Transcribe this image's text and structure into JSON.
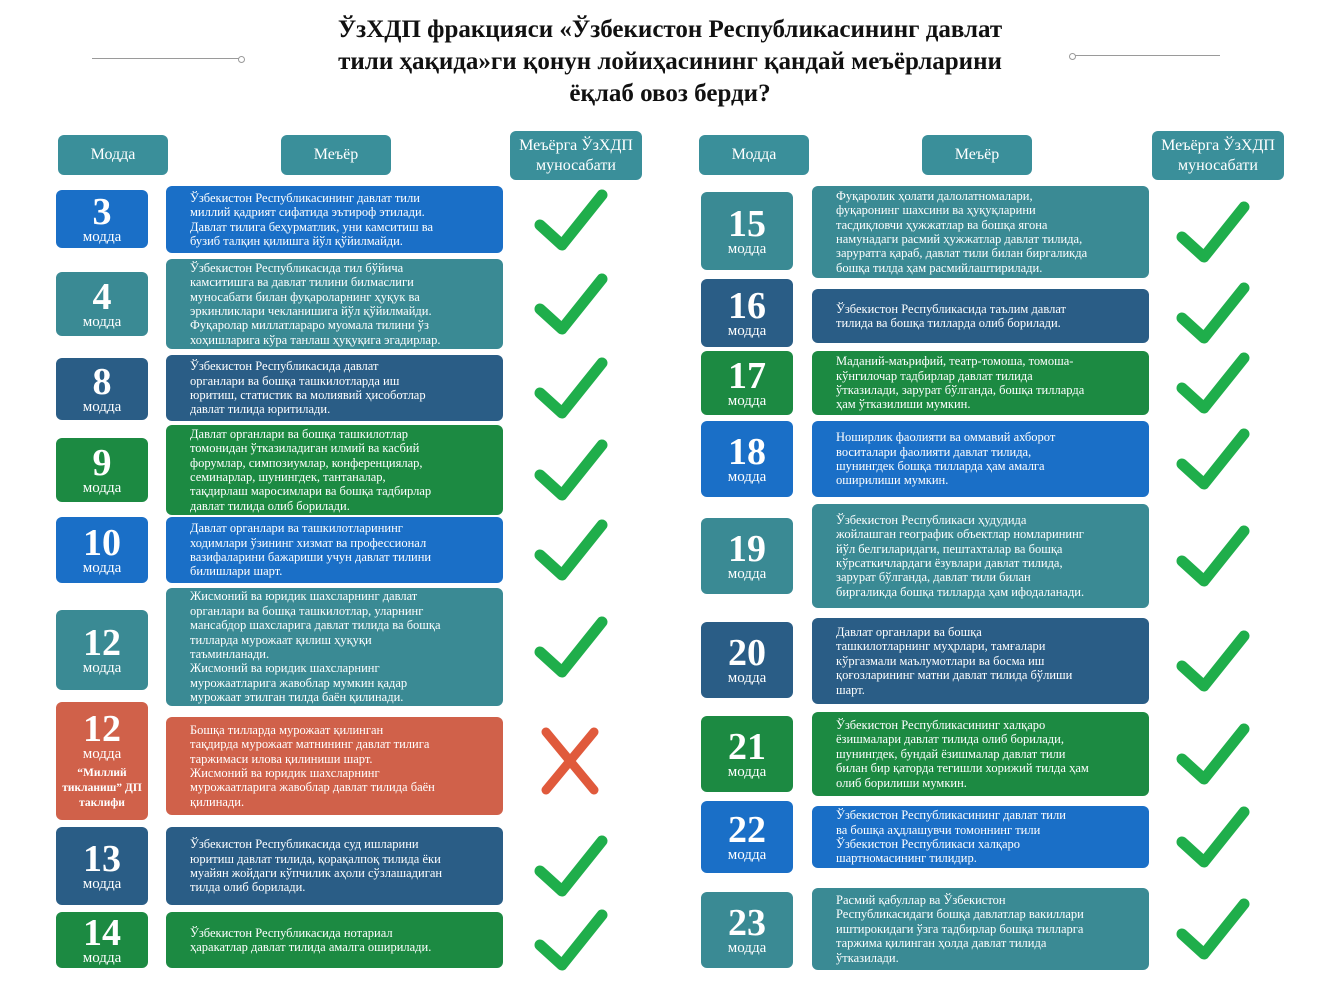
{
  "title": "ЎзХДП фракцияси «Ўзбекистон Республикасининг давлат\nтили ҳақида»ги қонун лойиҳасининг қандай меъёрларини\nёқлаб овоз берди?",
  "headers": {
    "article": "Модда",
    "norm": "Меъёр",
    "attitude": "Меъёрга ЎзХДП\nмуносабати"
  },
  "article_word": "модда",
  "colors": {
    "blue": "#1a6fc7",
    "teal": "#3a8a94",
    "navy": "#2a5d86",
    "green": "#1c8a42",
    "red": "#d0614a",
    "check": "#1fae4b",
    "cross": "#e05a3c"
  },
  "left": [
    {
      "num": "3",
      "color": "blue",
      "mark": "check-icon",
      "text": "Ўзбекистон Республикасининг давлат тили\nмиллий қадрият сифатида эътироф этилади.\nДавлат тилига беҳурматлик, уни камситиш ва\nбузиб талқин қилишга йўл қўйилмайди."
    },
    {
      "num": "4",
      "color": "teal",
      "mark": "check-icon",
      "text": "Ўзбекистон Республикасида тил бўйича\nкамситишга ва давлат тилини билмаслиги\nмуносабати билан фуқароларнинг ҳуқук ва\nэркинликлари чекланишига йўл қўйилмайди.\nФуқаролар миллатлараро муомала тилини ўз\nхоҳишларига кўра танлаш ҳуқуқига эгадирлар."
    },
    {
      "num": "8",
      "color": "navy",
      "mark": "check-icon",
      "text": "Ўзбекистон Республикасида давлат\nорганлари ва бошқа ташкилотларда иш\nюритиш, статистик ва молиявий ҳисоботлар\nдавлат тилида юритилади."
    },
    {
      "num": "9",
      "color": "green",
      "mark": "check-icon",
      "text": "Давлат органлари ва бошқа ташкилотлар\nтомонидан ўтказиладиган илмий ва касбий\nфорумлар, симпозиумлар, конференциялар,\nсеминарлар, шунингдек, тантаналар,\nтақдирлаш маросимлари ва бошқа тадбирлар\nдавлат тилида олиб борилади."
    },
    {
      "num": "10",
      "color": "blue",
      "mark": "check-icon",
      "text": "Давлат органлари ва ташкилотларининг\nходимлари ўзининг хизмат ва профессионал\nвазифаларини бажариши учун давлат тилини\nбилишлари шарт."
    },
    {
      "num": "12",
      "color": "teal",
      "mark": "check-icon",
      "text": "Жисмоний ва юридик шахсларнинг давлат\nорганлари ва бошқа ташкилотлар, уларнинг\nмансабдор шахсларига давлат тилида ва бошқа\nтилларда мурожаат қилиш ҳуқуқи\nтаъминланади.\nЖисмоний ва юридик шахсларнинг\nмурожаатларига жавоблар мумкин қадар\nмурожаат этилган тилда баён қилинади."
    },
    {
      "num": "12",
      "color": "red",
      "mark": "cross-icon",
      "note": "“Миллий\nтикланиш” ДП\nтаклифи",
      "text": "Бошқа тилларда мурожаат қилинган\nтақдирда мурожаат матнининг давлат тилига\nтаржимаси илова қилиниши шарт.\nЖисмоний ва юридик шахсларнинг\nмурожаатларига жавоблар давлат тилида баён\nқилинади."
    },
    {
      "num": "13",
      "color": "navy",
      "mark": "check-icon",
      "text": "Ўзбекистон Республикасида суд ишларини\nюритиш давлат тилида, қорақалпоқ тилида ёки\nмуайян жойдаги кўпчилик аҳоли сўзлашадиган\nтилда олиб борилади."
    },
    {
      "num": "14",
      "color": "green",
      "mark": "check-icon",
      "text": "Ўзбекистон Республикасида нотариал\nҳаракатлар давлат тилида амалга оширилади."
    }
  ],
  "right": [
    {
      "num": "15",
      "color": "teal",
      "mark": "check-icon",
      "text": "Фуқаролик ҳолати далолатномалари,\nфуқаронинг шахсини ва ҳуқуқларини\nтасдиқловчи ҳужжатлар ва бошқа ягона\nнамунадаги расмий ҳужжатлар давлат тилида,\nзаруратга қараб, давлат тили билан биргаликда\nбошқа тилда ҳам расмийлаштирилади."
    },
    {
      "num": "16",
      "color": "navy",
      "mark": "check-icon",
      "text": "Ўзбекистон Республикасида таълим давлат\nтилида ва бошқа тилларда олиб борилади."
    },
    {
      "num": "17",
      "color": "green",
      "mark": "check-icon",
      "text": "Маданий-маърифий, театр-томоша, томоша-\nкўнгилочар тадбирлар давлат тилида\nўтказилади, зарурат бўлганда, бошқа тилларда\nҳам ўтказилиши мумкин."
    },
    {
      "num": "18",
      "color": "blue",
      "mark": "check-icon",
      "text": "Ноширлик фаолияти ва оммавий ахборот\nвоситалари фаолияти давлат тилида,\nшунингдек бошқа тилларда ҳам амалга\nоширилиши мумкин."
    },
    {
      "num": "19",
      "color": "teal",
      "mark": "check-icon",
      "text": "Ўзбекистон Республикаси ҳудудида\nжойлашган географик объектлар номларининг\nйўл белгиларидаги, пештахталар ва бошқа\nкўрсаткичлардаги ёзувлари давлат тилида,\nзарурат бўлганда, давлат тили билан\nбиргаликда бошқа тилларда ҳам ифодаланади."
    },
    {
      "num": "20",
      "color": "navy",
      "mark": "check-icon",
      "text": "Давлат органлари ва бошқа\nташкилотларнинг муҳрлари, тамғалари\nкўргазмали маълумотлари ва босма иш\nқоғозларининг матни давлат тилида бўлиши\nшарт."
    },
    {
      "num": "21",
      "color": "green",
      "mark": "check-icon",
      "text": "Ўзбекистон Республикасининг халқаро\nёзишмалари давлат тилида олиб борилади,\nшунингдек, бундай ёзишмалар давлат тили\nбилан бир қаторда тегишли хорижий тилда ҳам\nолиб борилиши мумкин."
    },
    {
      "num": "22",
      "color": "blue",
      "mark": "check-icon",
      "text": "Ўзбекистон Республикасининг давлат тили\nва бошқа аҳдлашувчи томоннинг тили\nЎзбекистон Республикаси халқаро\nшартномасининг тилидир."
    },
    {
      "num": "23",
      "color": "teal",
      "mark": "check-icon",
      "text": "Расмий қабуллар ва Ўзбекистон\nРеспубликасидаги бошқа давлатлар вакиллари\nиштирокидаги ўзга тадбирлар бошқа тилларга\nтаржима қилинган ҳолда давлат тилида\nўтказилади."
    }
  ]
}
